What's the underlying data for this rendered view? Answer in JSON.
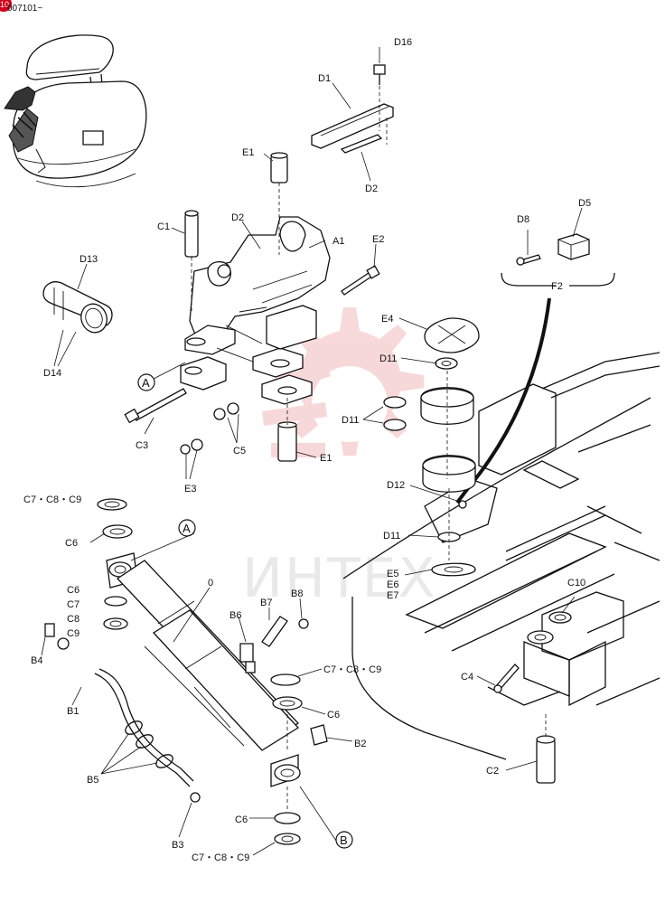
{
  "serial_prefix": "007101~",
  "corner_badge": "10",
  "watermark": "ИНТЕХ",
  "ref_letters": {
    "a": "A",
    "b": "B"
  },
  "labels": {
    "d16": "D16",
    "d1": "D1",
    "d2_upper": "D2",
    "e1_top": "E1",
    "c1": "C1",
    "d2_mid": "D2",
    "a1": "A1",
    "e2": "E2",
    "d13": "D13",
    "d14": "D14",
    "d8": "D8",
    "d5": "D5",
    "f2": "F2",
    "e4": "E4",
    "d11_a": "D11",
    "d11_b": "D11",
    "c3": "C3",
    "c5": "C5",
    "e3": "E3",
    "e1_bot": "E1",
    "d12": "D12",
    "d11_c": "D11",
    "c7c8c9_top": "C7・C8・C9",
    "c6_top": "C6",
    "zero": "0",
    "c6_mid": "C6",
    "c7": "C7",
    "c8": "C8",
    "c9": "C9",
    "b6": "B6",
    "b7": "B7",
    "b8": "B8",
    "b4": "B4",
    "b1": "B1",
    "c7c8c9_right": "C7・C8・C9",
    "c6_right": "C6",
    "b2": "B2",
    "b5": "B5",
    "b3": "B3",
    "c6_bot": "C6",
    "c7c8c9_bot": "C7・C8・C9",
    "e5": "E5",
    "e6": "E6",
    "e7": "E7",
    "c10": "C10",
    "c4": "C4",
    "c2": "C2"
  }
}
